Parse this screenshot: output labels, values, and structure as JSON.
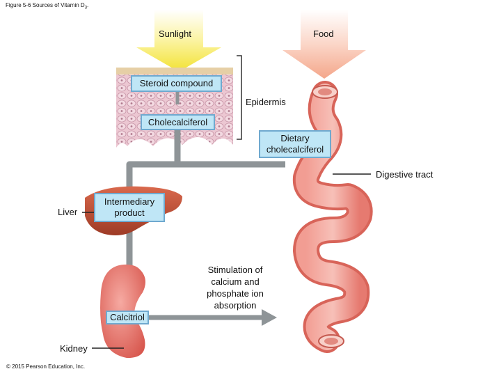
{
  "figure": {
    "caption_main": "Figure 5-6 Sources of Vitamin D",
    "caption_sub": "3",
    "caption_tail": ".",
    "copyright": "© 2015 Pearson Education, Inc."
  },
  "sources": {
    "sunlight": "Sunlight",
    "food": "Food"
  },
  "skin": {
    "steroid_compound": "Steroid compound",
    "cholecalciferol": "Cholecalciferol",
    "epidermis": "Epidermis"
  },
  "digestive": {
    "dietary": "Dietary cholecalciferol",
    "tract": "Digestive tract",
    "stimulation": "Stimulation of calcium and phosphate ion absorption"
  },
  "liver": {
    "label": "Liver",
    "intermediary": "Intermediary product"
  },
  "kidney": {
    "label": "Kidney",
    "calcitriol": "Calcitriol"
  },
  "colors": {
    "sunlight_arrow": "#f5e84a",
    "food_arrow": "#f7b39a",
    "flow_path": "#8e9497",
    "box_fill": "#bfe6f6",
    "organ": "#e8706a",
    "liver": "#c8553a"
  }
}
